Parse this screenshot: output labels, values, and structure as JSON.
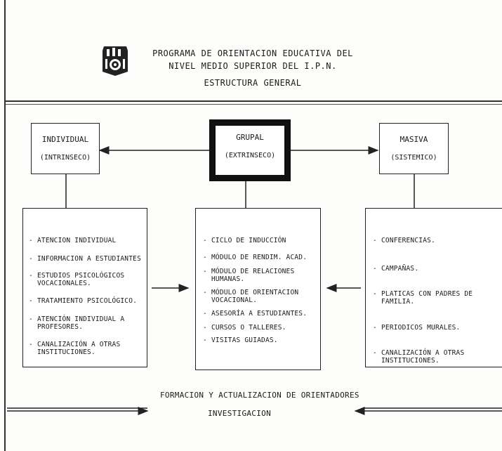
{
  "header": {
    "line1": "PROGRAMA DE ORIENTACION EDUCATIVA DEL",
    "line2": "NIVEL MEDIO SUPERIOR DEL I.P.N.",
    "line3": "ESTRUCTURA GENERAL"
  },
  "boxes": {
    "individual": {
      "name": "INDIVIDUAL",
      "sub": "(INTRINSECO)"
    },
    "grupal": {
      "name": "GRUPAL",
      "sub": "(EXTRINSECO)"
    },
    "masiva": {
      "name": "MASIVA",
      "sub": "(SISTEMICO)"
    }
  },
  "individual_items": [
    "ATENCION INDIVIDUAL",
    "INFORMACION A ESTUDIANTES",
    "ESTUDIOS PSICOLÓGICOS\nVOCACIONALES.",
    "TRATAMIENTO PSICOLÓGICO.",
    "ATENCIÓN INDIVIDUAL A\nPROFESORES.",
    "CANALIZACIÓN A OTRAS\nINSTITUCIONES."
  ],
  "grupal_items": [
    "CICLO DE INDUCCIÓN",
    "MÓDULO DE RENDIM. ACAD.",
    "MÓDULO DE RELACIONES\nHUMANAS.",
    "MÓDULO DE ORIENTACION\nVOCACIONAL.",
    "ASESORÍA A ESTUDIANTES.",
    "CURSOS O TALLERES.",
    "VISITAS GUIADAS."
  ],
  "masiva_items": [
    "CONFERENCIAS.",
    "CAMPAÑAS.",
    "PLATICAS CON PADRES DE\nFAMILIA.",
    "PERIODICOS MURALES.",
    "CANALIZACIÓN A OTRAS\nINSTITUCIONES."
  ],
  "footer": {
    "line1": "FORMACION Y ACTUALIZACION DE ORIENTADORES",
    "line2": "INVESTIGACION"
  },
  "logo_icon": "ipn-emblem-icon"
}
